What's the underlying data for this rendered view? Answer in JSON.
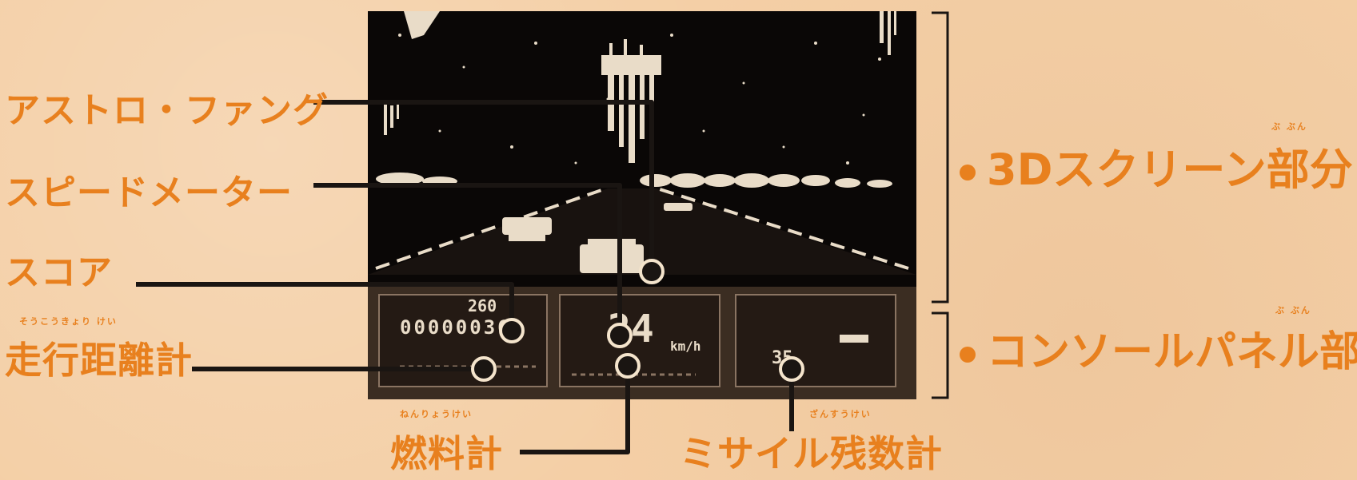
{
  "labels": {
    "astro_fang": "アストロ・ファング",
    "speedometer": "スピードメーター",
    "score": "スコア",
    "odometer": "走行距離計",
    "odometer_ruby": "そうこうきょり けい",
    "fuel_gauge": "燃料計",
    "fuel_ruby": "ねんりょうけい",
    "missile_counter": "ミサイル残数計",
    "missile_ruby": "ざんすうけい"
  },
  "sections": {
    "screen_3d": "3Dスクリーン部分",
    "screen_3d_ruby": "ぶ ぶん",
    "console_panel": "コンソールパネル部分",
    "console_ruby": "ぶ ぶん"
  },
  "console": {
    "score_value": "260",
    "odometer_value": "00000036",
    "speed_value": "24",
    "speed_unit": "km/h",
    "missile_count": "35"
  },
  "colors": {
    "label_orange": "#e8801e",
    "paper": "#f4cfa6",
    "screen_bg": "#0a0706",
    "line_dark": "#1a1512"
  }
}
